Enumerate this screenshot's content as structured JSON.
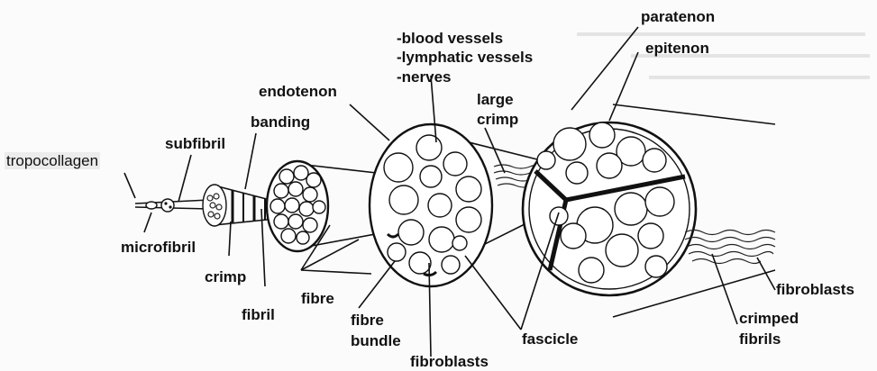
{
  "labels": {
    "tropocollagen": "tropocollagen",
    "subfibril": "subfibril",
    "banding": "banding",
    "microfibril": "microfibril",
    "crimp": "crimp",
    "fibril": "fibril",
    "fibre": "fibre",
    "fibre_bundle_1": "fibre",
    "fibre_bundle_2": "bundle",
    "fibroblasts_bottom": "fibroblasts",
    "endotenon": "endotenon",
    "vessels_1": "-blood vessels",
    "vessels_2": "-lymphatic vessels",
    "vessels_3": "-nerves",
    "large_crimp_1": "large",
    "large_crimp_2": "crimp",
    "paratenon": "paratenon",
    "epitenon": "epitenon",
    "fascicle": "fascicle",
    "fibroblasts_right": "fibroblasts",
    "crimped_fibrils_1": "crimped",
    "crimped_fibrils_2": "fibrils"
  }
}
